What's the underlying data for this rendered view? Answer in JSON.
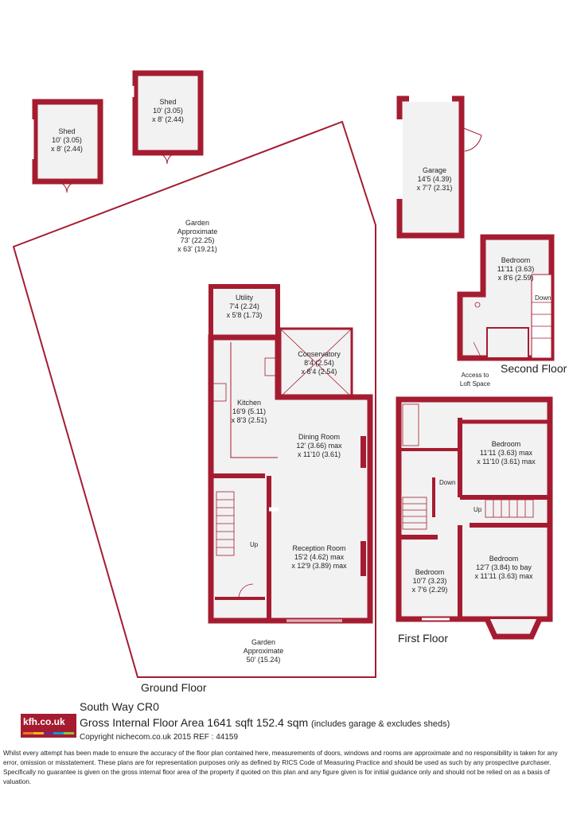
{
  "floors": {
    "ground": "Ground Floor",
    "first": "First Floor",
    "second": "Second Floor"
  },
  "rooms": {
    "shed_left": {
      "name": "Shed",
      "dim1": "10' (3.05)",
      "dim2": "x 8' (2.44)"
    },
    "shed_right": {
      "name": "Shed",
      "dim1": "10' (3.05)",
      "dim2": "x 8' (2.44)"
    },
    "garage": {
      "name": "Garage",
      "dim1": "14'5 (4.39)",
      "dim2": "x 7'7 (2.31)"
    },
    "garden_main": {
      "name": "Garden",
      "line2": "Approximate",
      "dim1": "73' (22.25)",
      "dim2": "x 63' (19.21)"
    },
    "utility": {
      "name": "Utility",
      "dim1": "7'4 (2.24)",
      "dim2": "x 5'8 (1.73)"
    },
    "conservatory": {
      "name": "Conservatory",
      "dim1": "8'4 (2.54)",
      "dim2": "x 8'4 (2.54)"
    },
    "kitchen": {
      "name": "Kitchen",
      "dim1": "16'9 (5.11)",
      "dim2": "x 8'3 (2.51)"
    },
    "dining": {
      "name": "Dining Room",
      "dim1": "12' (3.66) max",
      "dim2": "x 11'10 (3.61)"
    },
    "reception": {
      "name": "Reception Room",
      "dim1": "15'2 (4.62) max",
      "dim2": "x 12'9 (3.89) max"
    },
    "garden_front": {
      "name": "Garden",
      "line2": "Approximate",
      "dim1": "50' (15.24)"
    },
    "bedroom_second": {
      "name": "Bedroom",
      "dim1": "11'11 (3.63)",
      "dim2": "x 8'6 (2.59)"
    },
    "bedroom_first_rear": {
      "name": "Bedroom",
      "dim1": "11'11 (3.63) max",
      "dim2": "x 11'10 (3.61) max"
    },
    "bedroom_first_small": {
      "name": "Bedroom",
      "dim1": "10'7 (3.23)",
      "dim2": "x 7'6 (2.29)"
    },
    "bedroom_first_front": {
      "name": "Bedroom",
      "dim1": "12'7 (3.84) to bay",
      "dim2": "x 11'11 (3.63) max"
    }
  },
  "labels": {
    "up_ground": "Up",
    "down_first": "Down",
    "up_first": "Up",
    "down_second": "Down",
    "loft1": "Access to",
    "loft2": "Loft Space"
  },
  "footer": {
    "logo": "kfh.co.uk",
    "address": "South Way  CR0",
    "area": "Gross Internal Floor Area 1641 sqft 152.4 sqm",
    "area_note": "(includes garage & excludes sheds)",
    "copyright": "Copyright nichecom.co.uk 2015 REF : 44159",
    "disclaimer": "Whilst every attempt has been made to ensure the accuracy of the floor plan contained here, measurements of doors, windows and rooms are approximate and no responsibility is taken for any error, omission or misstatement.  These plans are for representation purposes only as defined by RICS Code of Measuring Practice and should be used as such by any prospective purchaser.  Specifically no guarantee is given on the gross internal floor area of the property if quoted on this plan and any figure given is for initial guidance only and should not be relied on as a basis of valuation."
  },
  "colors": {
    "wall": "#a51c30",
    "floor": "#f2f2f2",
    "logo_bar": [
      "#e87722",
      "#f6b221",
      "#6b2c91",
      "#009ad9",
      "#8dc63f"
    ]
  }
}
